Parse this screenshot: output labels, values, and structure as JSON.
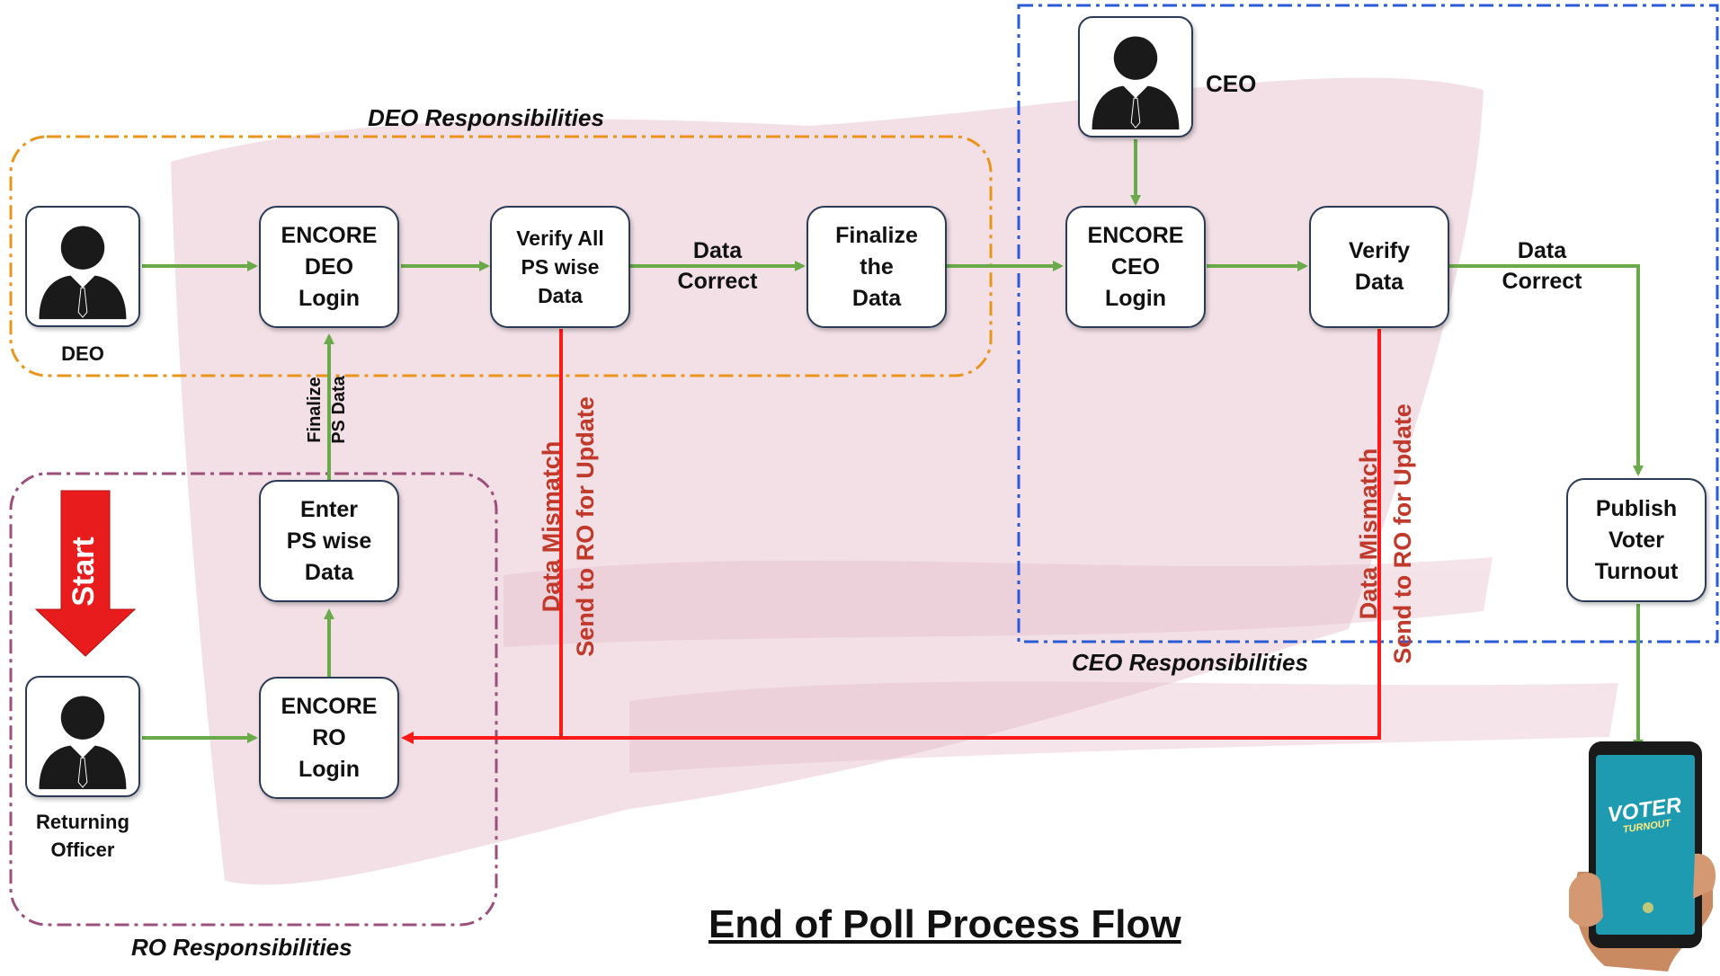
{
  "title": "End of Poll Process Flow",
  "groups": {
    "deo": "DEO Responsibilities",
    "ceo": "CEO Responsibilities",
    "ro": "RO Responsibilities"
  },
  "actors": {
    "deo": "DEO",
    "ceo": "CEO",
    "ro": "Returning\nOfficer"
  },
  "nodes": {
    "deo_login": "ENCORE\nDEO\nLogin",
    "verify_ps": "Verify All\nPS wise\nData",
    "finalize": "Finalize\nthe\nData",
    "ceo_login": "ENCORE\nCEO\nLogin",
    "verify_data": "Verify\nData",
    "publish": "Publish\nVoter\nTurnout",
    "enter_ps": "Enter\nPS wise\nData",
    "ro_login": "ENCORE\nRO\nLogin"
  },
  "edge_labels": {
    "data_correct_1": "Data\nCorrect",
    "data_correct_2": "Data\nCorrect",
    "finalize_ps": "Finalize\nPS Data",
    "mismatch_1": "Data Mismatch\nSend to RO for Update",
    "mismatch_2": "Data Mismatch\nSend to RO for Update"
  },
  "start": "Start",
  "phone": {
    "brand_line1": "VOTER",
    "brand_line2": "TURNOUT"
  },
  "colors": {
    "green_arrow": "#6aaa4a",
    "red_arrow": "#ff1a1a",
    "deo_border": "#e8951c",
    "ceo_border": "#2a5bd7",
    "ro_border": "#9b4f7a",
    "node_border": "#2b3a55",
    "start_arrow": "#e81c1c",
    "app_teal": "#1e9bb0"
  },
  "icons": {
    "actor": "person-silhouette-icon",
    "phone": "smartphone-hand-icon"
  }
}
